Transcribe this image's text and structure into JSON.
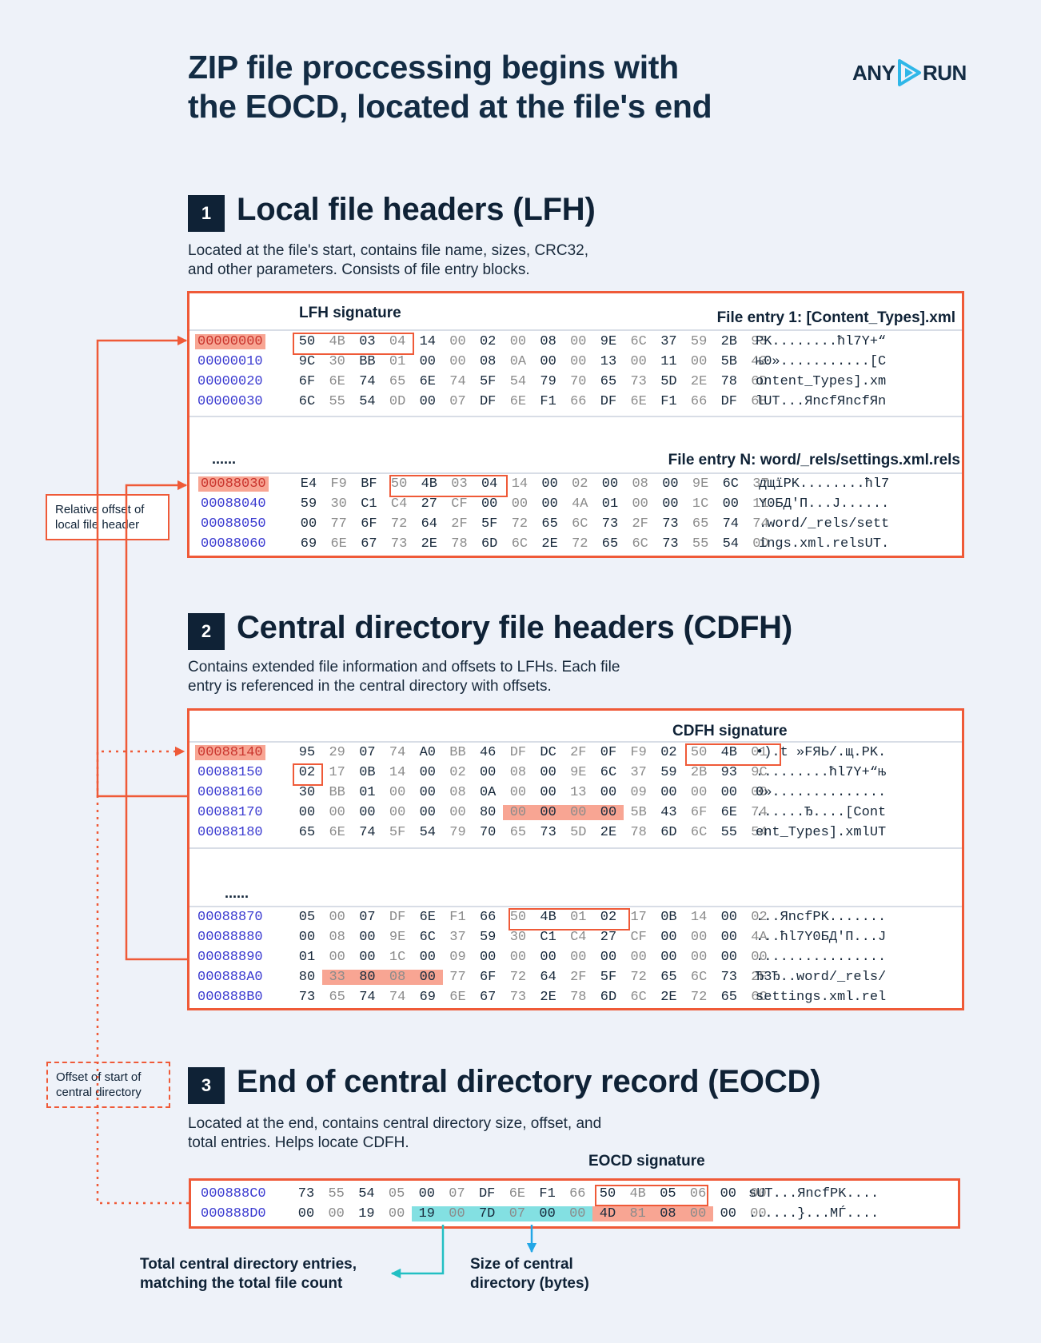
{
  "title": {
    "line1": "ZIP file proccessing begins with",
    "line2": "the EOCD, located at the file's end"
  },
  "logo": {
    "left": "ANY",
    "right": "RUN"
  },
  "colors": {
    "accent": "#ef5a38",
    "navy": "#0f2236",
    "highlight": "#f8a593",
    "cyan": "#83e0e2",
    "offset_blue": "#3b3bd0"
  },
  "sections": [
    {
      "number": "1",
      "title": "Local file headers (LFH)",
      "desc1": "Located at the file's start, contains file name, sizes, CRC32,",
      "desc2": "and other parameters. Consists of file entry blocks.",
      "label_signature": "LFH signature",
      "label_entry1": "File entry 1: [Content_Types].xml",
      "label_entryN": "File entry N: word/_rels/settings.xml.rels",
      "ellipsis": "......",
      "rows1": [
        {
          "off": "00000000",
          "bytes": [
            "50",
            "4B",
            "03",
            "04",
            "14",
            "00",
            "02",
            "00",
            "08",
            "00",
            "9E",
            "6C",
            "37",
            "59",
            "2B",
            "93"
          ],
          "ascii": "PK........ħl7Y+“"
        },
        {
          "off": "00000010",
          "bytes": [
            "9C",
            "30",
            "BB",
            "01",
            "00",
            "00",
            "08",
            "0A",
            "00",
            "00",
            "13",
            "00",
            "11",
            "00",
            "5B",
            "43"
          ],
          "ascii": "њ0»...........[C"
        },
        {
          "off": "00000020",
          "bytes": [
            "6F",
            "6E",
            "74",
            "65",
            "6E",
            "74",
            "5F",
            "54",
            "79",
            "70",
            "65",
            "73",
            "5D",
            "2E",
            "78",
            "6D"
          ],
          "ascii": "ontent_Types].xm"
        },
        {
          "off": "00000030",
          "bytes": [
            "6C",
            "55",
            "54",
            "0D",
            "00",
            "07",
            "DF",
            "6E",
            "F1",
            "66",
            "DF",
            "6E",
            "F1",
            "66",
            "DF",
            "6E"
          ],
          "ascii": "lUT...ЯncfЯncfЯn"
        }
      ],
      "rows2": [
        {
          "off": "00088030",
          "bytes": [
            "E4",
            "F9",
            "BF",
            "50",
            "4B",
            "03",
            "04",
            "14",
            "00",
            "02",
            "00",
            "08",
            "00",
            "9E",
            "6C",
            "37"
          ],
          "ascii": "дщїPK........ħl7"
        },
        {
          "off": "00088040",
          "bytes": [
            "59",
            "30",
            "C1",
            "C4",
            "27",
            "CF",
            "00",
            "00",
            "00",
            "4A",
            "01",
            "00",
            "00",
            "1C",
            "00",
            "11"
          ],
          "ascii": "Y0БД'П...J......"
        },
        {
          "off": "00088050",
          "bytes": [
            "00",
            "77",
            "6F",
            "72",
            "64",
            "2F",
            "5F",
            "72",
            "65",
            "6C",
            "73",
            "2F",
            "73",
            "65",
            "74",
            "74"
          ],
          "ascii": ".word/_rels/sett"
        },
        {
          "off": "00088060",
          "bytes": [
            "69",
            "6E",
            "67",
            "73",
            "2E",
            "78",
            "6D",
            "6C",
            "2E",
            "72",
            "65",
            "6C",
            "73",
            "55",
            "54",
            "0D"
          ],
          "ascii": "ings.xml.relsUT."
        }
      ]
    },
    {
      "number": "2",
      "title": "Central directory file headers (CDFH)",
      "desc1": "Contains extended file information and offsets to LFHs. Each file",
      "desc2": "entry is referenced in the central directory with offsets.",
      "label_signature": "CDFH signature",
      "ellipsis": "......",
      "rows1": [
        {
          "off": "00088140",
          "bytes": [
            "95",
            "29",
            "07",
            "74",
            "A0",
            "BB",
            "46",
            "DF",
            "DC",
            "2F",
            "0F",
            "F9",
            "02",
            "50",
            "4B",
            "01"
          ],
          "ascii": "•).t »FЯЬ/.щ.PK."
        },
        {
          "off": "00088150",
          "bytes": [
            "02",
            "17",
            "0B",
            "14",
            "00",
            "02",
            "00",
            "08",
            "00",
            "9E",
            "6C",
            "37",
            "59",
            "2B",
            "93",
            "9C"
          ],
          "ascii": ".........ħl7Y+“њ"
        },
        {
          "off": "00088160",
          "bytes": [
            "30",
            "BB",
            "01",
            "00",
            "00",
            "08",
            "0A",
            "00",
            "00",
            "13",
            "00",
            "09",
            "00",
            "00",
            "00",
            "00"
          ],
          "ascii": "0».............."
        },
        {
          "off": "00088170",
          "bytes": [
            "00",
            "00",
            "00",
            "00",
            "00",
            "00",
            "80",
            "00",
            "00",
            "00",
            "00",
            "5B",
            "43",
            "6F",
            "6E",
            "74"
          ],
          "ascii": "......Ђ....[Cont"
        },
        {
          "off": "00088180",
          "bytes": [
            "65",
            "6E",
            "74",
            "5F",
            "54",
            "79",
            "70",
            "65",
            "73",
            "5D",
            "2E",
            "78",
            "6D",
            "6C",
            "55",
            "54"
          ],
          "ascii": "ent_Types].xmlUT"
        }
      ],
      "rows2": [
        {
          "off": "00088870",
          "bytes": [
            "05",
            "00",
            "07",
            "DF",
            "6E",
            "F1",
            "66",
            "50",
            "4B",
            "01",
            "02",
            "17",
            "0B",
            "14",
            "00",
            "02"
          ],
          "ascii": "...ЯncfPK......."
        },
        {
          "off": "00088880",
          "bytes": [
            "00",
            "08",
            "00",
            "9E",
            "6C",
            "37",
            "59",
            "30",
            "C1",
            "C4",
            "27",
            "CF",
            "00",
            "00",
            "00",
            "4A"
          ],
          "ascii": "...ħl7Y0БД'П...J"
        },
        {
          "off": "00088890",
          "bytes": [
            "01",
            "00",
            "00",
            "1C",
            "00",
            "09",
            "00",
            "00",
            "00",
            "00",
            "00",
            "00",
            "00",
            "00",
            "00",
            "00"
          ],
          "ascii": "................"
        },
        {
          "off": "000888A0",
          "bytes": [
            "80",
            "33",
            "80",
            "08",
            "00",
            "77",
            "6F",
            "72",
            "64",
            "2F",
            "5F",
            "72",
            "65",
            "6C",
            "73",
            "2F"
          ],
          "ascii": "Ђ3Ђ..word/_rels/"
        },
        {
          "off": "000888B0",
          "bytes": [
            "73",
            "65",
            "74",
            "74",
            "69",
            "6E",
            "67",
            "73",
            "2E",
            "78",
            "6D",
            "6C",
            "2E",
            "72",
            "65",
            "6C"
          ],
          "ascii": "settings.xml.rel"
        }
      ]
    },
    {
      "number": "3",
      "title": "End of central directory record (EOCD)",
      "desc1": "Located at the end, contains central directory size, offset, and",
      "desc2": "total entries. Helps locate CDFH.",
      "label_signature": "EOCD signature",
      "rows1": [
        {
          "off": "000888C0",
          "bytes": [
            "73",
            "55",
            "54",
            "05",
            "00",
            "07",
            "DF",
            "6E",
            "F1",
            "66",
            "50",
            "4B",
            "05",
            "06",
            "00",
            "00"
          ],
          "ascii": "sUT...ЯncfPK...."
        },
        {
          "off": "000888D0",
          "bytes": [
            "00",
            "00",
            "19",
            "00",
            "19",
            "00",
            "7D",
            "07",
            "00",
            "00",
            "4D",
            "81",
            "08",
            "00",
            "00",
            "00"
          ],
          "ascii": "......}...MЃ...."
        }
      ]
    }
  ],
  "callouts": {
    "relative_offset": [
      "Relative offset of",
      "local file header"
    ],
    "cd_offset": [
      "Offset of start of",
      "central directory"
    ]
  },
  "annotations": {
    "total_entries": [
      "Total central directory entries,",
      "matching the total file count"
    ],
    "cd_size": [
      "Size of central",
      "directory (bytes)"
    ]
  }
}
